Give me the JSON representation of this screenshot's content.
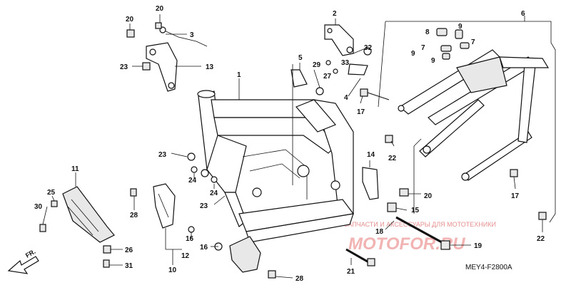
{
  "watermark": {
    "caption": "ЗАПЧАСТИ И АКСЕССУАРЫ ДЛЯ МОТОТЕХНИКИ",
    "brand": "MOTOFOR.RU"
  },
  "diagram_code": "MEY4-F2800A",
  "direction_label": "FR.",
  "callouts": [
    {
      "id": "c20a",
      "label": "20"
    },
    {
      "id": "c20b",
      "label": "20"
    },
    {
      "id": "c3",
      "label": "3"
    },
    {
      "id": "c23a",
      "label": "23"
    },
    {
      "id": "c13",
      "label": "13"
    },
    {
      "id": "c2",
      "label": "2"
    },
    {
      "id": "c32",
      "label": "32"
    },
    {
      "id": "c5",
      "label": "5"
    },
    {
      "id": "c29",
      "label": "29"
    },
    {
      "id": "c27",
      "label": "27"
    },
    {
      "id": "c33",
      "label": "33"
    },
    {
      "id": "c1",
      "label": "1"
    },
    {
      "id": "c4",
      "label": "4"
    },
    {
      "id": "c17a",
      "label": "17"
    },
    {
      "id": "c6",
      "label": "6"
    },
    {
      "id": "c8",
      "label": "8"
    },
    {
      "id": "c9a",
      "label": "9"
    },
    {
      "id": "c7a",
      "label": "7"
    },
    {
      "id": "c7b",
      "label": "7"
    },
    {
      "id": "c9b",
      "label": "9"
    },
    {
      "id": "c9c",
      "label": "9"
    },
    {
      "id": "c22a",
      "label": "22"
    },
    {
      "id": "c14",
      "label": "14"
    },
    {
      "id": "c20c",
      "label": "20"
    },
    {
      "id": "c17b",
      "label": "17"
    },
    {
      "id": "c15",
      "label": "15"
    },
    {
      "id": "c22b",
      "label": "22"
    },
    {
      "id": "c23b",
      "label": "23"
    },
    {
      "id": "c24a",
      "label": "24"
    },
    {
      "id": "c24b",
      "label": "24"
    },
    {
      "id": "c23c",
      "label": "23"
    },
    {
      "id": "c11",
      "label": "11"
    },
    {
      "id": "c25",
      "label": "25"
    },
    {
      "id": "c30",
      "label": "30"
    },
    {
      "id": "c28a",
      "label": "28"
    },
    {
      "id": "c16a",
      "label": "16"
    },
    {
      "id": "c12",
      "label": "12"
    },
    {
      "id": "c10",
      "label": "10"
    },
    {
      "id": "c16b",
      "label": "16"
    },
    {
      "id": "c26",
      "label": "26"
    },
    {
      "id": "c31",
      "label": "31"
    },
    {
      "id": "c28b",
      "label": "28"
    },
    {
      "id": "c18",
      "label": "18"
    },
    {
      "id": "c19",
      "label": "19"
    },
    {
      "id": "c21",
      "label": "21"
    }
  ]
}
